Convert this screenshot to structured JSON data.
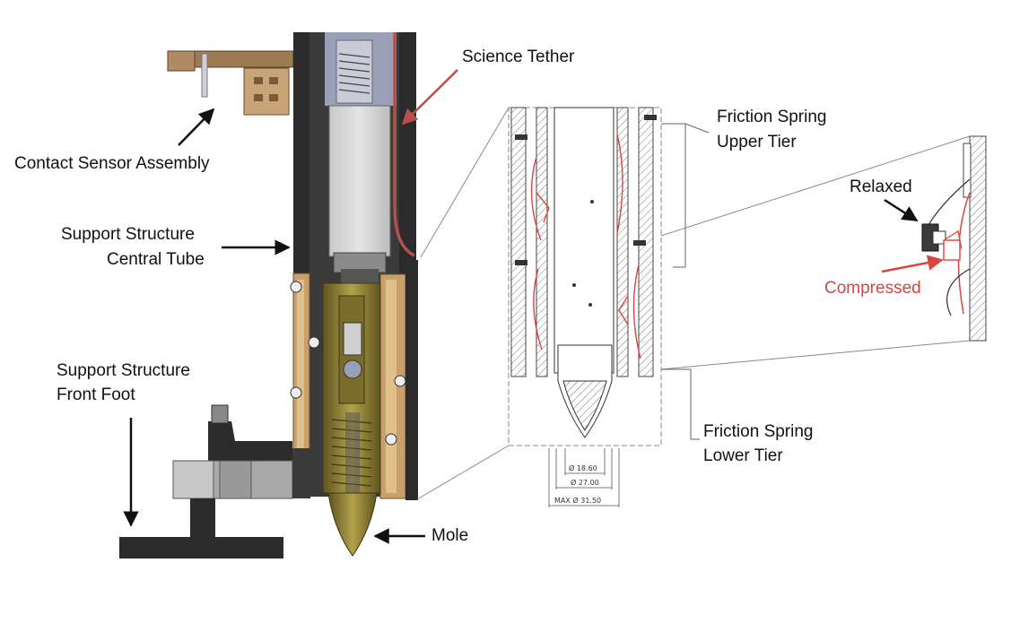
{
  "labels": {
    "science_tether": "Science Tether",
    "contact_sensor_assembly": "Contact Sensor Assembly",
    "support_central_tube_line1": "Support Structure",
    "support_central_tube_line2": "Central Tube",
    "support_front_foot_line1": "Support Structure",
    "support_front_foot_line2": "Front Foot",
    "mole": "Mole",
    "friction_upper_line1": "Friction Spring",
    "friction_upper_line2": "Upper Tier",
    "friction_lower_line1": "Friction Spring",
    "friction_lower_line2": "Lower Tier",
    "relaxed": "Relaxed",
    "compressed": "Compressed"
  },
  "dimensions": {
    "d1": "Ø 18.60",
    "d2": "Ø 27.00",
    "d3": "MAX Ø 31.50"
  },
  "colors": {
    "tether": "#b5514a",
    "arrow": "#111111",
    "compressed": "#d9453e",
    "mole_body": "#8a7a2a",
    "structure_dark": "#2b2b2b"
  }
}
